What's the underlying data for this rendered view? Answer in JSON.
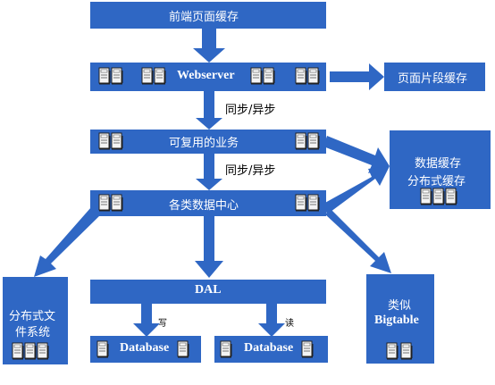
{
  "colors": {
    "box_fill": "#2f67c4",
    "arrow_fill": "#2f67c4",
    "text_on_box": "#ffffff",
    "text_plain": "#000000"
  },
  "icons": {
    "server": "server-icon"
  },
  "nodes": {
    "frontend_cache": "前端页面缓存",
    "webserver": "Webserver",
    "fragment_cache": "页面片段缓存",
    "reusable_services": "可复用的业务",
    "data_centers": "各类数据中心",
    "data_cache_line1": "数据缓存",
    "data_cache_line2": "分布式缓存",
    "dfs_line1": "分布式文",
    "dfs_line2": "件系统",
    "dal": "DAL",
    "database_write": "Database",
    "database_read": "Database",
    "bigtable_line1": "类似",
    "bigtable_line2": "Bigtable"
  },
  "edge_labels": {
    "sync_async_1": "同步/异步",
    "sync_async_2": "同步/异步",
    "write": "写",
    "read": "读"
  }
}
